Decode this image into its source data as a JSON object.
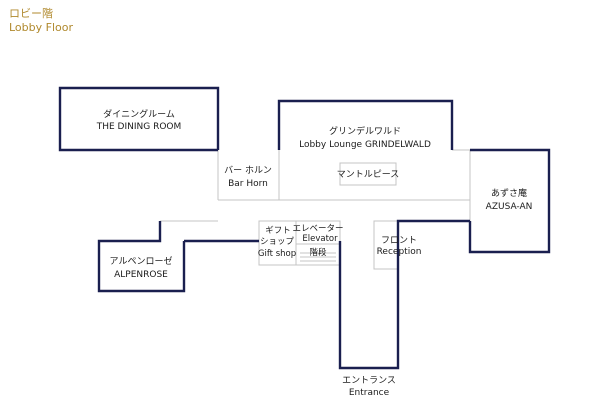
{
  "floor": {
    "title_jp": "ロビー階",
    "title_en": "Lobby Floor"
  },
  "rooms": {
    "dining": {
      "jp": "ダイニングルーム",
      "en": "THE DINING ROOM"
    },
    "lounge": {
      "jp": "グリンデルワルド",
      "en": "Lobby Lounge GRINDELWALD"
    },
    "mantelpiece": {
      "jp": "マントルピース"
    },
    "bar": {
      "jp": "バー ホルン",
      "en": "Bar Horn"
    },
    "azusa": {
      "jp": "あずさ庵",
      "en": "AZUSA-AN"
    },
    "alpenrose": {
      "jp": "アルペンローゼ",
      "en": "ALPENROSE"
    },
    "gift": {
      "jp1": "ギフト",
      "jp2": "ショップ",
      "en": "Gift shop"
    },
    "elevator": {
      "jp": "エレベーター",
      "en": "Elevator"
    },
    "stairs": {
      "jp": "階段"
    },
    "reception": {
      "jp": "フロント",
      "en": "Reception"
    },
    "entrance": {
      "jp": "エントランス",
      "en": "Entrance"
    }
  },
  "colors": {
    "title": "#b0892d",
    "wall": "#1a1f4f",
    "inner_line": "#c4c4c4"
  }
}
